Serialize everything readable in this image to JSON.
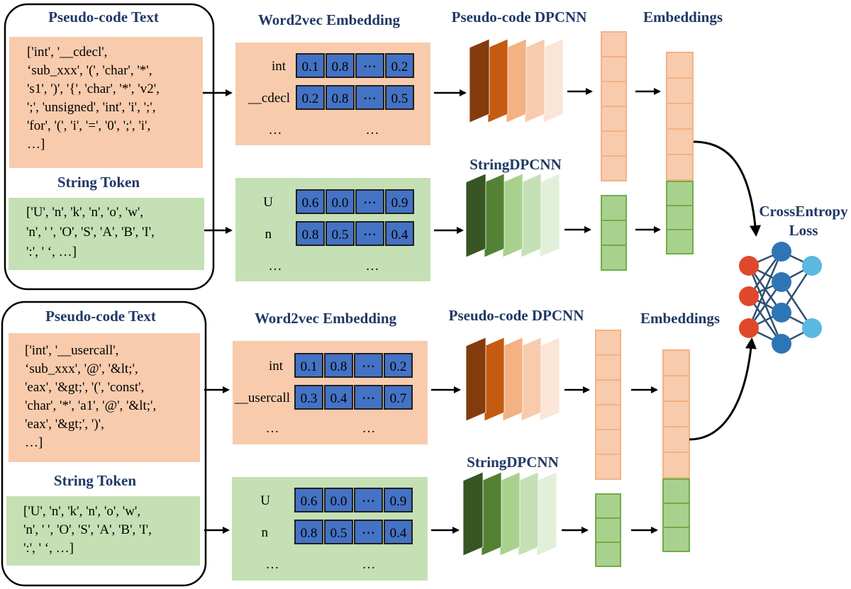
{
  "colors": {
    "orange_bg": "#f8cbad",
    "green_bg": "#c5e0b4",
    "blue_cell": "#4472c4",
    "title": "#1f3864",
    "orange_strip": "#f8cbad",
    "green_strip": "#a9d18e",
    "orange_stroke": "#f4b183",
    "green_stroke": "#70ad47",
    "node_red": "#e0482c",
    "node_blue": "#2e75b6",
    "node_lightblue": "#5bb8e0",
    "orange_layers": [
      "#843c0c",
      "#c55a11",
      "#f4b183",
      "#f8cbad",
      "#fbe5d6"
    ],
    "green_layers": [
      "#375623",
      "#548235",
      "#a9d18e",
      "#c5e0b4",
      "#e2f0d9"
    ]
  },
  "labels": {
    "pseudo_text": "Pseudo-code Text",
    "string_token": "String Token",
    "word2vec": "Word2vec Embedding",
    "pseudo_dpcnn": "Pseudo-code DPCNN",
    "string_dpcnn": "StringDPCNN",
    "embeddings": "Embeddings",
    "loss_line1": "CrossEntropy",
    "loss_line2": "Loss"
  },
  "groups": [
    {
      "pseudo_lines": [
        "['int', '__cdecl',",
        "‘sub_xxx', '(', 'char', '*',",
        "'s1', ')', '{', 'char', '*', 'v2',",
        "';', 'unsigned', 'int', 'i', ';',",
        "'for', '(', 'i', '=', '0', ';', 'i',",
        "…]"
      ],
      "string_lines": [
        "['U', 'n', 'k', 'n', 'o', 'w',",
        "'n', ' ', 'O', 'S', 'A', 'B', 'I',",
        "':', ' ‘, …]"
      ],
      "w2v_code": [
        {
          "token": "int",
          "values": [
            "0.1",
            "0.8",
            "⋯",
            "0.2"
          ]
        },
        {
          "token": "__cdecl",
          "values": [
            "0.2",
            "0.8",
            "⋯",
            "0.5"
          ]
        }
      ],
      "w2v_str": [
        {
          "token": "U",
          "values": [
            "0.6",
            "0.0",
            "⋯",
            "0.9"
          ]
        },
        {
          "token": "n",
          "values": [
            "0.8",
            "0.5",
            "⋯",
            "0.4"
          ]
        }
      ],
      "ellipsis": "…"
    },
    {
      "pseudo_lines": [
        "['int', '__usercall',",
        "‘sub_xxx', '@', '&lt;',",
        "'eax', '&gt;', '(', 'const',",
        "'char', '*', 'a1', '@', '&lt;',",
        "'eax', '&gt;', ')',",
        "…]"
      ],
      "string_lines": [
        "['U', 'n', 'k', 'n', 'o', 'w',",
        "'n', ' ', 'O', 'S', 'A', 'B', 'I',",
        "':', ' ‘, …]"
      ],
      "w2v_code": [
        {
          "token": "int",
          "values": [
            "0.1",
            "0.8",
            "⋯",
            "0.2"
          ]
        },
        {
          "token": "__usercall",
          "values": [
            "0.3",
            "0.4",
            "⋯",
            "0.7"
          ]
        }
      ],
      "w2v_str": [
        {
          "token": "U",
          "values": [
            "0.6",
            "0.0",
            "⋯",
            "0.9"
          ]
        },
        {
          "token": "n",
          "values": [
            "0.8",
            "0.5",
            "⋯",
            "0.4"
          ]
        }
      ],
      "ellipsis": "…"
    }
  ]
}
